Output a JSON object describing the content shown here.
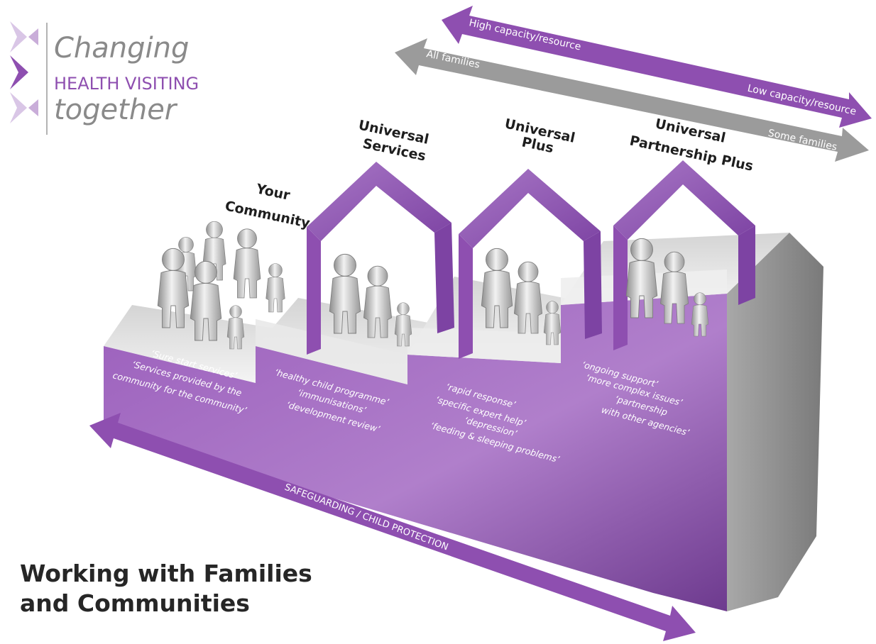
{
  "logo": {
    "line1": "Changing",
    "line2": "HEALTH VISITING",
    "line3": "together"
  },
  "top_arrows": {
    "purple_left": "High capacity/resource",
    "purple_right": "Low capacity/resource",
    "grey_left": "All families",
    "grey_right": "Some families"
  },
  "steps": [
    {
      "title": [
        "Your",
        "Community"
      ],
      "descriptions": [
        "‘Sure start services’",
        "‘Services provided by the",
        "community for the community’"
      ]
    },
    {
      "title": [
        "Universal",
        "Services"
      ],
      "descriptions": [
        "‘healthy child programme’",
        "‘immunisations’",
        "‘development review’"
      ]
    },
    {
      "title": [
        "Universal",
        "Plus"
      ],
      "descriptions": [
        "‘rapid response’",
        "‘specific expert help’",
        "‘depression’",
        "‘feeding & sleeping problems’"
      ]
    },
    {
      "title": [
        "Universal",
        "Partnership Plus"
      ],
      "descriptions": [
        "‘ongoing support’",
        "‘more complex issues’",
        "‘partnership",
        "with other agencies’"
      ]
    }
  ],
  "bottom_arrow": "SAFEGUARDING / CHILD PROTECTION",
  "page_title": [
    "Working with Families",
    "and Communities"
  ],
  "colors": {
    "purple": "#8e4fb0",
    "purple_light": "#b389cc",
    "grey_arrow": "#9b9b9b",
    "top_face": "#e6e6e6"
  }
}
